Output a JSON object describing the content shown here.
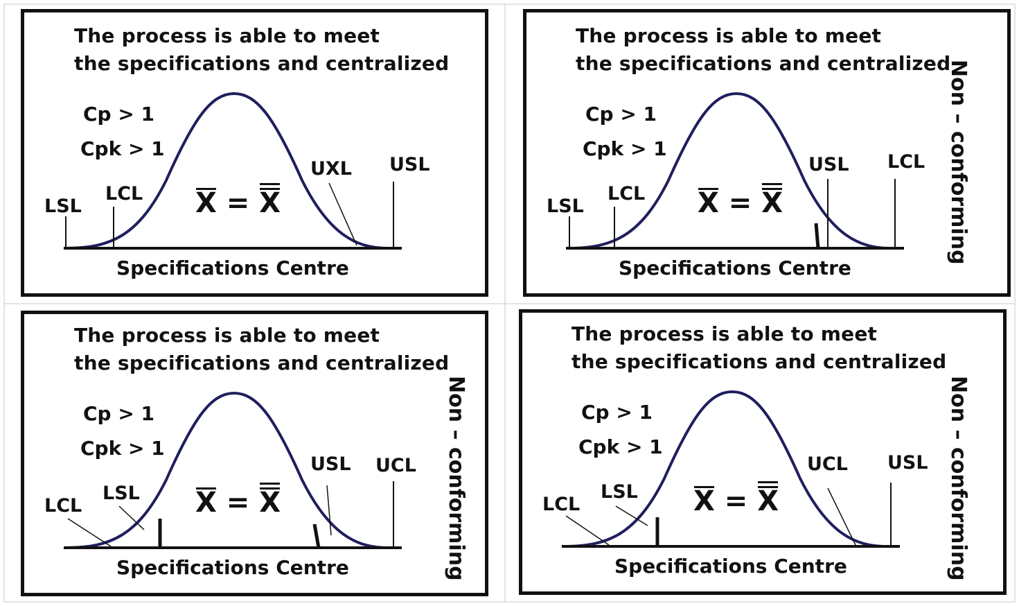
{
  "colors": {
    "curve": "#1f1f5e",
    "frame": "#111111",
    "grid_line": "#c8c8c8"
  },
  "panels": [
    {
      "title_line1": "The process is able to meet",
      "title_line2": "the specifications and centralized",
      "cp": "Cp > 1",
      "cpk": "Cpk > 1",
      "eq_lhs": "X",
      "eq_sign": "=",
      "eq_rhs": "X",
      "labels": [
        "LSL",
        "LCL",
        "UXL",
        "USL"
      ],
      "center_label": "Specifications Centre",
      "side_label": ""
    },
    {
      "title_line1": "The process is able to meet",
      "title_line2": "the specifications and centralized",
      "cp": "Cp > 1",
      "cpk": "Cpk > 1",
      "eq_lhs": "X",
      "eq_sign": "=",
      "eq_rhs": "X",
      "labels": [
        "LSL",
        "LCL",
        "USL",
        "LCL"
      ],
      "center_label": "Specifications Centre",
      "side_label": "Non – conforming"
    },
    {
      "title_line1": "The process is able to meet",
      "title_line2": "the specifications and centralized",
      "cp": "Cp > 1",
      "cpk": "Cpk > 1",
      "eq_lhs": "X",
      "eq_sign": "=",
      "eq_rhs": "X",
      "labels": [
        "LCL",
        "LSL",
        "USL",
        "UCL"
      ],
      "center_label": "Specifications Centre",
      "side_label": "Non – conforming"
    },
    {
      "title_line1": "The process is able to meet",
      "title_line2": "the specifications and centralized",
      "cp": "Cp > 1",
      "cpk": "Cpk > 1",
      "eq_lhs": "X",
      "eq_sign": "=",
      "eq_rhs": "X",
      "labels": [
        "LCL",
        "LSL",
        "UCL",
        "USL"
      ],
      "center_label": "Specifications Centre",
      "side_label": "Non – conforming"
    }
  ]
}
